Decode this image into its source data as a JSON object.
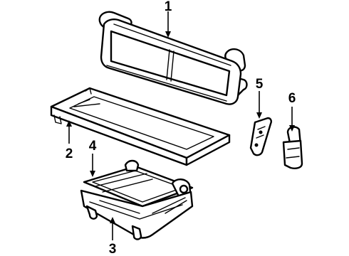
{
  "diagram": {
    "colors": {
      "ink": "#000000",
      "paper": "#ffffff"
    },
    "callouts": [
      {
        "id": "1",
        "label": "1",
        "part": "seat-back-frame"
      },
      {
        "id": "2",
        "label": "2",
        "part": "seat-cushion-frame"
      },
      {
        "id": "3",
        "label": "3",
        "part": "seat-track-base"
      },
      {
        "id": "4",
        "label": "4",
        "part": "seat-adjuster-track"
      },
      {
        "id": "5",
        "label": "5",
        "part": "left-side-bracket"
      },
      {
        "id": "6",
        "label": "6",
        "part": "right-side-bracket"
      }
    ]
  }
}
